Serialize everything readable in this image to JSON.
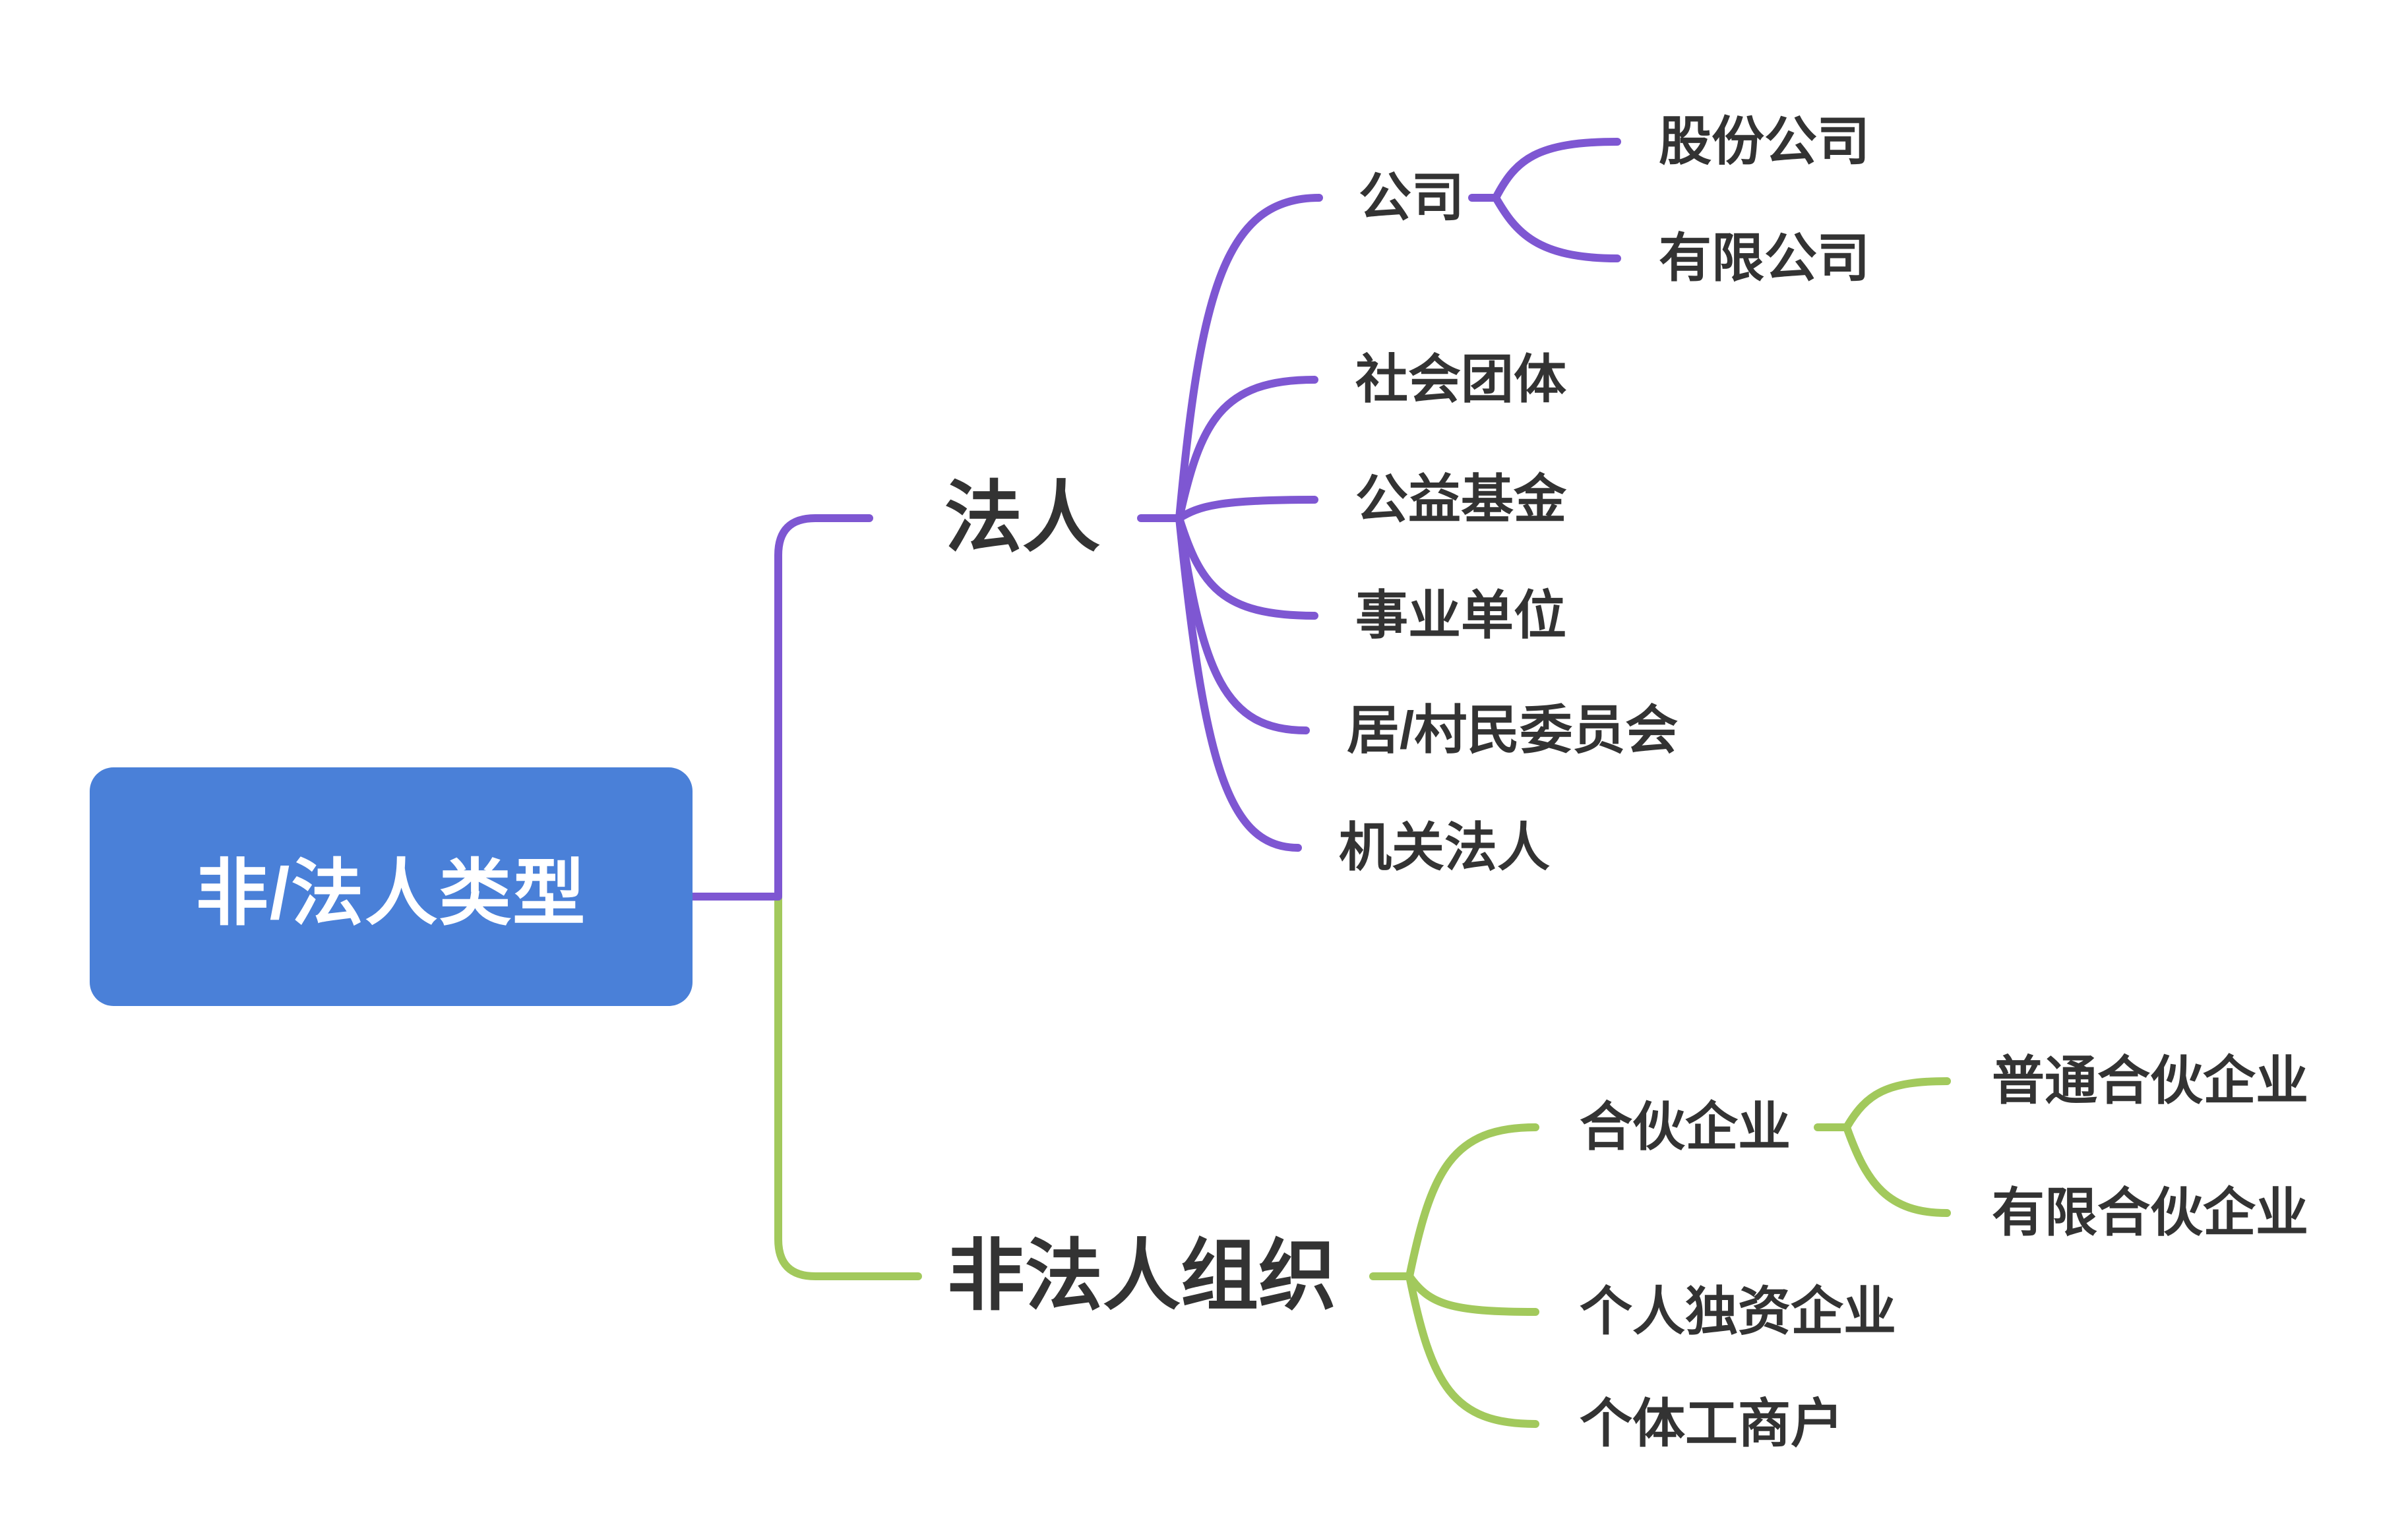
{
  "colors": {
    "root_bg": "#4A80D8",
    "root_text": "#FFFFFF",
    "legal_branch": "#7E57D2",
    "nonlegal_branch": "#A2C95C",
    "node_text": "#333333",
    "canvas_bg": "#FFFFFF"
  },
  "root": {
    "label": "非/法人类型"
  },
  "legal": {
    "label": "法人",
    "children": {
      "company": {
        "label": "公司",
        "children": {
          "joint_stock": {
            "label": "股份公司"
          },
          "limited": {
            "label": "有限公司"
          }
        }
      },
      "social_org": {
        "label": "社会团体"
      },
      "charity_fund": {
        "label": "公益基金"
      },
      "public_institution": {
        "label": "事业单位"
      },
      "residents_committee": {
        "label": "居/村民委员会"
      },
      "state_organ": {
        "label": "机关法人"
      }
    }
  },
  "nonlegal": {
    "label": "非法人组织",
    "children": {
      "partnership": {
        "label": "合伙企业",
        "children": {
          "general": {
            "label": "普通合伙企业"
          },
          "limited": {
            "label": "有限合伙企业"
          }
        }
      },
      "sole_proprietorship": {
        "label": "个人独资企业"
      },
      "individual_business": {
        "label": "个体工商户"
      }
    }
  }
}
